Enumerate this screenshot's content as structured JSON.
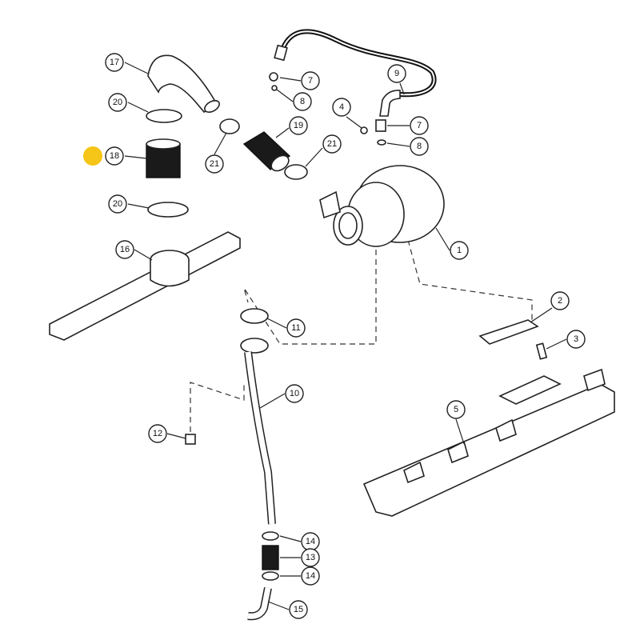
{
  "diagram": {
    "title": "Turbocharger and exhaust manifold exploded parts view",
    "highlight_color": "#f5c518",
    "callouts": [
      "17",
      "20",
      "18",
      "20",
      "16",
      "21",
      "19",
      "21",
      "7",
      "8",
      "9",
      "4",
      "7",
      "8",
      "1",
      "2",
      "3",
      "5",
      "11",
      "10",
      "12",
      "14",
      "13",
      "14",
      "15"
    ]
  }
}
